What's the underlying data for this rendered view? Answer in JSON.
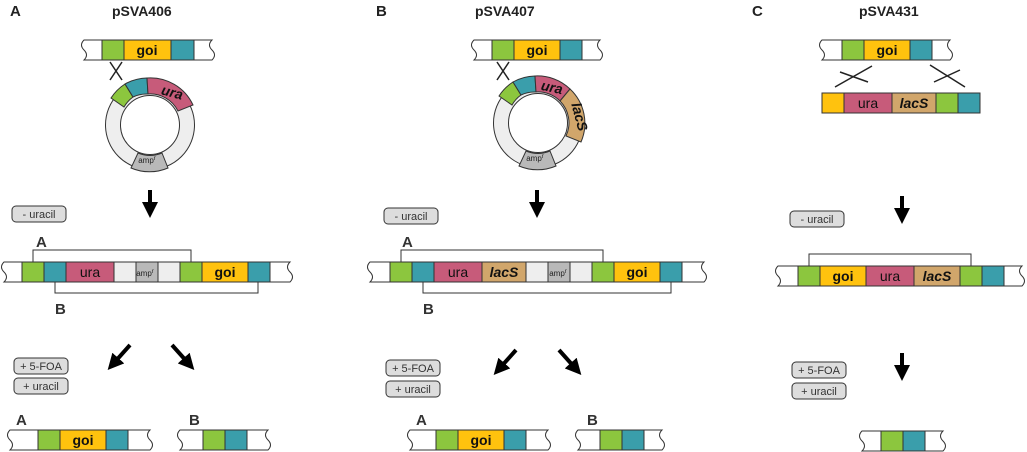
{
  "panels": [
    {
      "letter": "A",
      "plasmid": "pSVA406",
      "insert_label": "goi",
      "ring_labels": {
        "ura": "ura",
        "amp": "amp"
      },
      "amp_sup": "r",
      "step1": "- uracil",
      "step2": [
        "+ 5-FOA",
        "+ uracil"
      ],
      "integrated_labels": {
        "ura": "ura",
        "amp": "amp",
        "goi": "goi"
      },
      "bracket_top": "A",
      "bracket_bottom": "B",
      "outcome_a_letter": "A",
      "outcome_a_label": "goi",
      "outcome_b_letter": "B"
    },
    {
      "letter": "B",
      "plasmid": "pSVA407",
      "insert_label": "goi",
      "ring_labels": {
        "ura": "ura",
        "lacs": "lacS",
        "amp": "amp"
      },
      "amp_sup": "r",
      "step1": "- uracil",
      "step2": [
        "+ 5-FOA",
        "+ uracil"
      ],
      "integrated_labels": {
        "ura": "ura",
        "lacs": "lacS",
        "amp": "amp",
        "goi": "goi"
      },
      "bracket_top": "A",
      "bracket_bottom": "B",
      "outcome_a_letter": "A",
      "outcome_a_label": "goi",
      "outcome_b_letter": "B"
    },
    {
      "letter": "C",
      "plasmid": "pSVA431",
      "insert_label": "goi",
      "cassette_labels": {
        "ura": "ura",
        "lacs": "lacS"
      },
      "step1": "- uracil",
      "step2": [
        "+ 5-FOA",
        "+ uracil"
      ],
      "integrated_labels": {
        "goi": "goi",
        "ura": "ura",
        "lacs": "lacS"
      }
    }
  ],
  "colors": {
    "green": "#8cc63e",
    "yellow": "#ffc20e",
    "teal": "#3a9eab",
    "ura": "#c75b7a",
    "lacs": "#d1a66b",
    "amp": "#b9b9b9",
    "backbone": "#eeeeee"
  }
}
